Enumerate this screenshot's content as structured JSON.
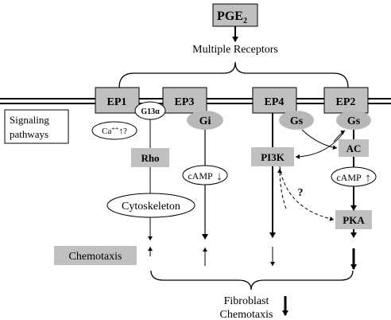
{
  "top": {
    "ligand": "PGE",
    "ligand_sub": "2",
    "receptors_label": "Multiple Receptors"
  },
  "receptors": {
    "ep1": "EP1",
    "ep3": "EP3",
    "ep4": "EP4",
    "ep2": "EP2"
  },
  "side_label": {
    "line1": "Signaling",
    "line2": "pathways"
  },
  "proteins": {
    "g13": "G13α",
    "gi": "Gi",
    "gs_ep4": "Gs",
    "gs_ep2": "Gs",
    "calcium": "Ca",
    "calcium_sup": "++",
    "calcium_rest": "↑?",
    "rho": "Rho",
    "camp_ep3": "cAMP",
    "camp_ep3_arrow": "↓",
    "pi3k": "PI3K",
    "ac": "AC",
    "camp_ep2": "cAMP",
    "camp_ep2_arrow": "↑",
    "question": "?",
    "cytoskeleton": "Cytoskeleton",
    "pka": "PKA"
  },
  "outcome": {
    "chemotaxis_box": "Chemotaxis",
    "line1": "Fibroblast",
    "line2": "Chemotaxis"
  },
  "colors": {
    "box_fill": "#c0c0c0",
    "oval_fill": "#b8b8b8",
    "line": "#000000"
  }
}
